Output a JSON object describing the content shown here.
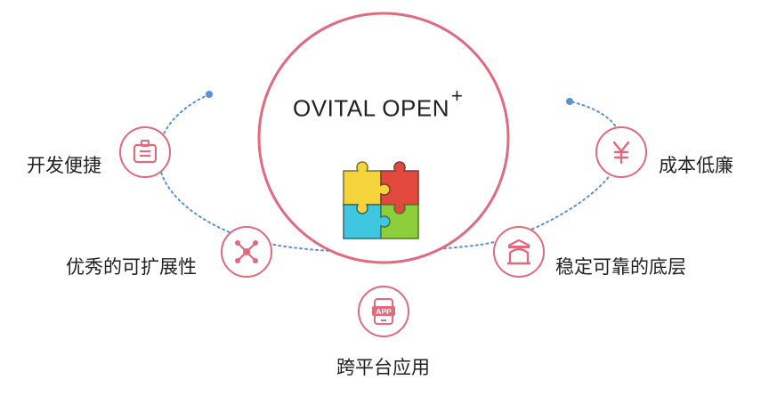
{
  "title": {
    "text": "OVITAL OPEN",
    "superscript": "+"
  },
  "features": [
    {
      "label": "开发便捷",
      "icon": "badge-icon"
    },
    {
      "label": "成本低廉",
      "icon": "yen-icon"
    },
    {
      "label": "优秀的可扩展性",
      "icon": "network-icon"
    },
    {
      "label": "稳定可靠的底层",
      "icon": "arch-icon"
    },
    {
      "label": "跨平台应用",
      "icon": "app-icon"
    }
  ],
  "app_icon_text": "APP",
  "colors": {
    "accent": "#e26a7e",
    "dotted_path": "#5b8fd6",
    "text": "#222222"
  }
}
